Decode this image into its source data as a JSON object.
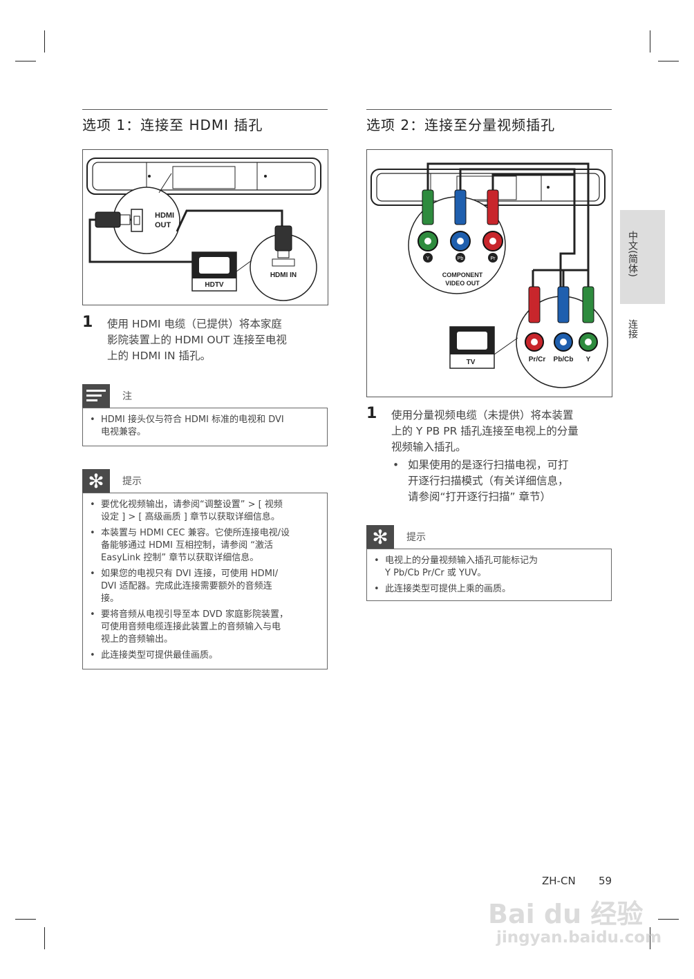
{
  "left": {
    "title": "选项 1：连接至 HDMI 插孔",
    "figure": {
      "hdmi_out": [
        "HDMI",
        "OUT"
      ],
      "hdmi_in": "HDMI IN",
      "hdtv": "HDTV"
    },
    "step": {
      "num": "1",
      "lines": [
        "使用 HDMI 电缆（已提供）将本家庭",
        "影院装置上的 HDMI OUT 连接至电视",
        "上的 HDMI IN 插孔。"
      ]
    },
    "note": {
      "label": "注",
      "items": [
        [
          "HDMI 接头仅与符合 HDMI 标准的电视和 DVI",
          "电视兼容。"
        ]
      ]
    },
    "tip": {
      "label": "提示",
      "items": [
        [
          "要优化视频输出，请参阅“调整设置” > [ 视频",
          "设定 ] > [ 高级画质 ] 章节以获取详细信息。"
        ],
        [
          "本装置与 HDMI CEC 兼容。它使所连接电视/设",
          "备能够通过 HDMI 互相控制，请参阅 “激活",
          "EasyLink 控制” 章节以获取详细信息。"
        ],
        [
          "如果您的电视只有 DVI 连接，可使用 HDMI/",
          "DVI 适配器。完成此连接需要额外的音频连",
          "接。"
        ],
        [
          "要将音频从电视引导至本 DVD 家庭影院装置，",
          "可使用音频电缆连接此装置上的音频输入与电",
          "视上的音频输出。"
        ],
        [
          "此连接类型可提供最佳画质。"
        ]
      ]
    }
  },
  "right": {
    "title": "选项 2：连接至分量视频插孔",
    "figure": {
      "y": "Y",
      "pb": "Pb",
      "pr": "Pr",
      "component": [
        "COMPONENT",
        "VIDEO OUT"
      ],
      "tv": "TV",
      "tv_pr": "Pr/Cr",
      "tv_pb": "Pb/Cb",
      "tv_y": "Y",
      "colors": {
        "green": "#2e8b3e",
        "blue": "#1f5fae",
        "red": "#c8262c"
      }
    },
    "step": {
      "num": "1",
      "lines": [
        "使用分量视频电缆（未提供）将本装置",
        "上的 Y PB PR 插孔连接至电视上的分量",
        "视频输入插孔。"
      ],
      "sub": [
        "如果使用的是逐行扫描电视，可打",
        "开逐行扫描模式（有关详细信息，",
        "请参阅“打开逐行扫描” 章节）"
      ]
    },
    "tip": {
      "label": "提示",
      "items": [
        [
          "电视上的分量视频输入插孔可能标记为",
          "Y Pb/Cb Pr/Cr 或 YUV。"
        ],
        [
          "此连接类型可提供上乘的画质。"
        ]
      ]
    }
  },
  "side_tab": {
    "lang": "中文(简体)",
    "section": "连接"
  },
  "footer": {
    "lang": "ZH-CN",
    "page": "59"
  },
  "watermark": {
    "brand": "Bai du 经验",
    "url": "jingyan.baidu.com"
  }
}
